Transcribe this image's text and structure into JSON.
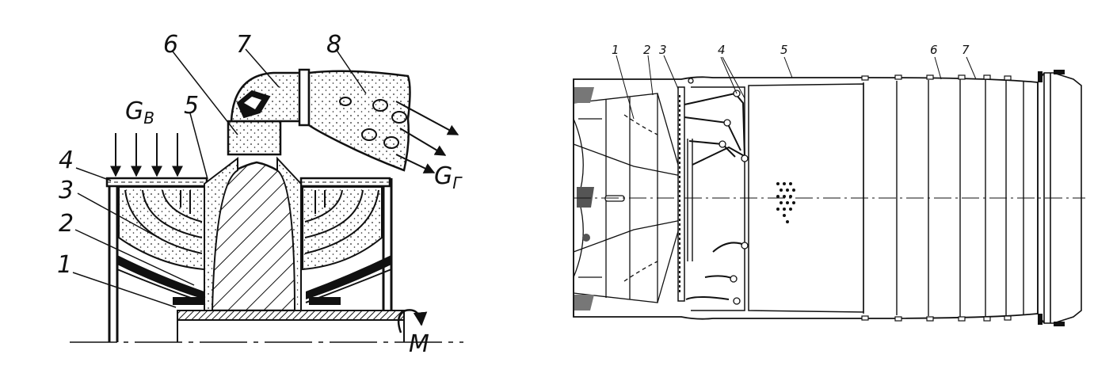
{
  "left_figure": {
    "labels": {
      "l1": "1",
      "l2": "2",
      "l3": "3",
      "l4": "4",
      "l5": "5",
      "l6": "6",
      "l7": "7",
      "l8": "8",
      "gv_main": "G",
      "gv_sub": "В",
      "gg_main": "G",
      "gg_sub": "Г",
      "m": "M"
    }
  },
  "right_figure": {
    "labels": {
      "l1": "1",
      "l2": "2",
      "l3": "3",
      "l4": "4",
      "l5": "5",
      "l6": "6",
      "l7": "7"
    }
  }
}
